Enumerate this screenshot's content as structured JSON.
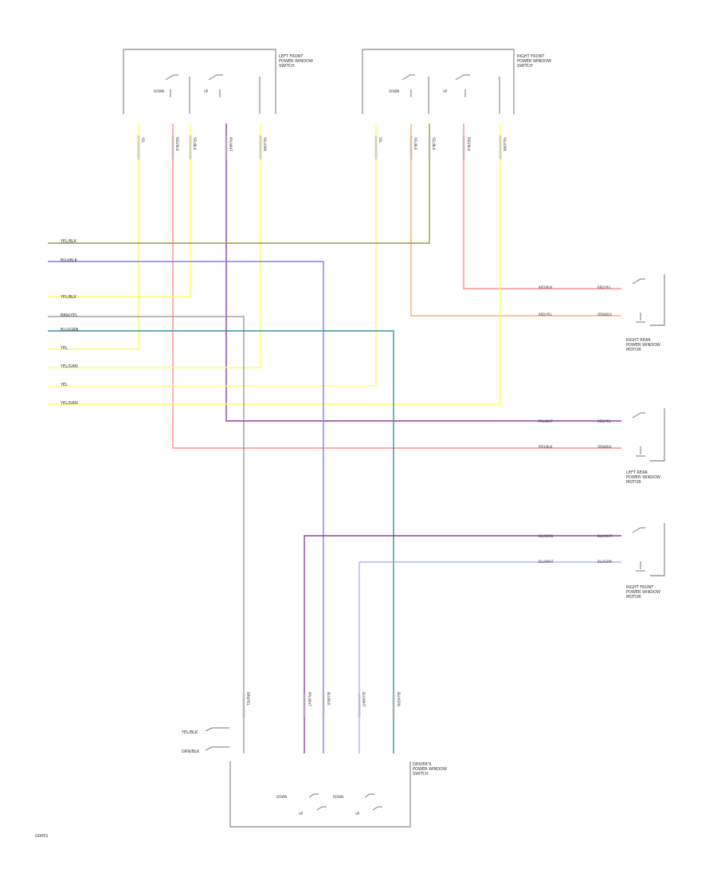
{
  "colors": {
    "yellow": "#ffff66",
    "red": "#ff7a7a",
    "purple": "#8e3ea8",
    "olive": "#9aa030",
    "blue": "#7d7dff",
    "orange": "#ffa24a",
    "teal": "#3f8f9e",
    "gray": "#777777",
    "lightblue": "#9fa8ff"
  },
  "components": {
    "lf_switch": {
      "label": [
        "LEFT FRONT",
        "POWER WINDOW",
        "SWITCH"
      ],
      "contacts": [
        "DOWN",
        "UP"
      ]
    },
    "rf_switch": {
      "label": [
        "RIGHT FRONT",
        "POWER WINDOW",
        "SWITCH"
      ],
      "contacts": [
        "DOWN",
        "UP"
      ]
    },
    "rr_motor": {
      "label": [
        "RIGHT REAR",
        "POWER WINDOW",
        "MOTOR"
      ]
    },
    "lr_motor": {
      "label": [
        "LEFT REAR",
        "POWER WINDOW",
        "MOTOR"
      ]
    },
    "rf_motor": {
      "label": [
        "RIGHT FRONT",
        "POWER WINDOW",
        "MOTOR"
      ]
    },
    "master_switch": {
      "label": [
        "DRIVER'S",
        "POWER WINDOW",
        "SWITCH"
      ],
      "side_labels": [
        "YEL/BLK",
        "GRN/BLK"
      ],
      "contacts": [
        "DOWN",
        "UP",
        "DOWN",
        "UP"
      ]
    }
  },
  "bus_wires": [
    "YEL/BLK",
    "BLU/BLK",
    "YEL/BLK",
    "BRN/YEL",
    "BLU/GRN",
    "YEL",
    "YEL/GRN",
    "YEL",
    "YEL/GRN"
  ],
  "vertical_wire_labels": {
    "lf": [
      "YEL",
      "RED/BLK",
      "YEL/BLK",
      "PPL/WHT",
      "YEL/GRN"
    ],
    "rf": [
      "YEL",
      "YEL/BLK",
      "YEL/BLK",
      "RED/BLK",
      "YEL/GRN"
    ],
    "master": [
      "BRN/YEL",
      "PPL/WHT",
      "BLU/BLK",
      "BLU/WHT",
      "BLU/GRN"
    ]
  },
  "motor_wire_labels": {
    "rr": [
      "RED/BLK",
      "RED/YEL",
      "RED/YEL",
      "ORN/BLK"
    ],
    "lr": [
      "PPL/WHT",
      "RED/YEL",
      "RED/BLK",
      "ORN/BLK"
    ],
    "rf": [
      "BLU/GRN",
      "BLU/WHT",
      "BLU/WHT",
      "BLU/GRN"
    ]
  },
  "figure_id": "G0051"
}
